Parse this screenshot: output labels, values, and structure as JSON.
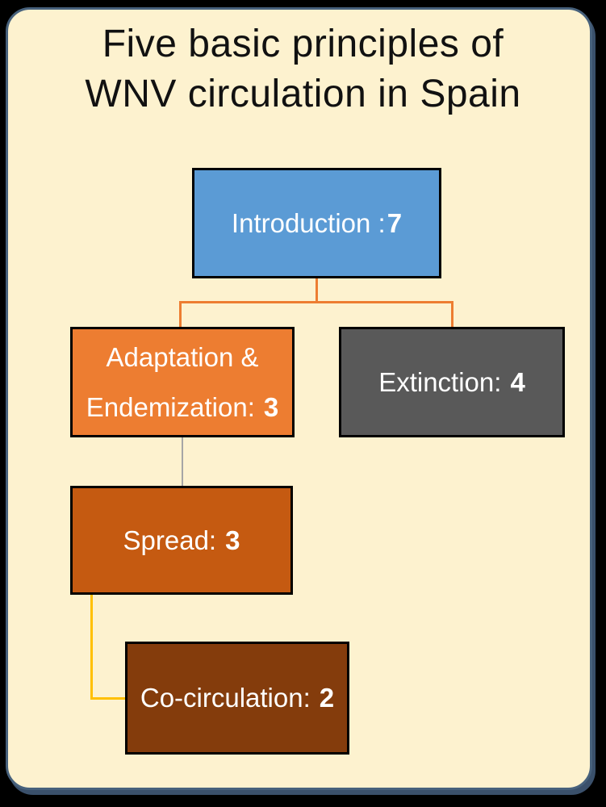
{
  "title": {
    "line1": "Five basic principles of",
    "line2": "WNV circulation in Spain"
  },
  "nodes": {
    "introduction": {
      "label": "Introduction :",
      "value": "7"
    },
    "adaptation": {
      "line1": "Adaptation &",
      "line2": "Endemization:",
      "value": "3"
    },
    "extinction": {
      "label": "Extinction:",
      "value": "4"
    },
    "spread": {
      "label": "Spread:",
      "value": "3"
    },
    "cocirculation": {
      "label": "Co-circulation:",
      "value": "2"
    }
  },
  "colors": {
    "outer-bg": "#000000",
    "panel-bg": "#FDF2CF",
    "panel-border": "#47617C",
    "panel-border-dark": "#3A506B",
    "title-color": "#111111",
    "node-border": "#000000",
    "node-text": "#FFFFFF",
    "blue": "#5B9BD5",
    "orange": "#ED7D31",
    "gray": "#595959",
    "dark-orange": "#C55A11",
    "brown": "#843C0C",
    "connector-orange": "#ED7D31",
    "connector-gray": "#A6A6A6",
    "connector-yellow": "#FFC000"
  }
}
